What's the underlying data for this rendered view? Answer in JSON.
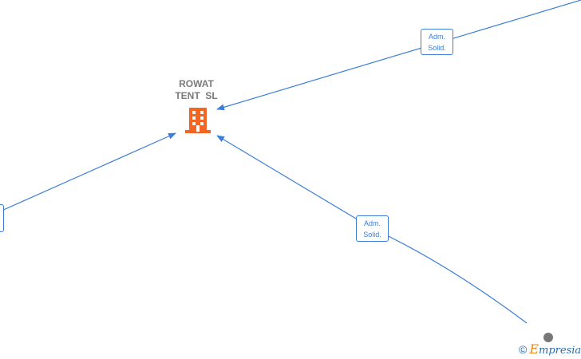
{
  "company": {
    "name_line1": "ROWAT",
    "name_line2": "TENT  SL",
    "icon": "building-icon",
    "icon_color": "#f26522"
  },
  "edges": [
    {
      "label_line1": "Adm.",
      "label_line2": "Solid."
    },
    {
      "label_line1": "Adm.",
      "label_line2": "Solid."
    },
    {
      "label_line1": "",
      "label_line2": ""
    }
  ],
  "colors": {
    "edge": "#3b7dd8",
    "text_muted": "#7a7a7a"
  },
  "watermark": {
    "copyright": "©",
    "brand_initial": "E",
    "brand_rest": "mpresia"
  }
}
